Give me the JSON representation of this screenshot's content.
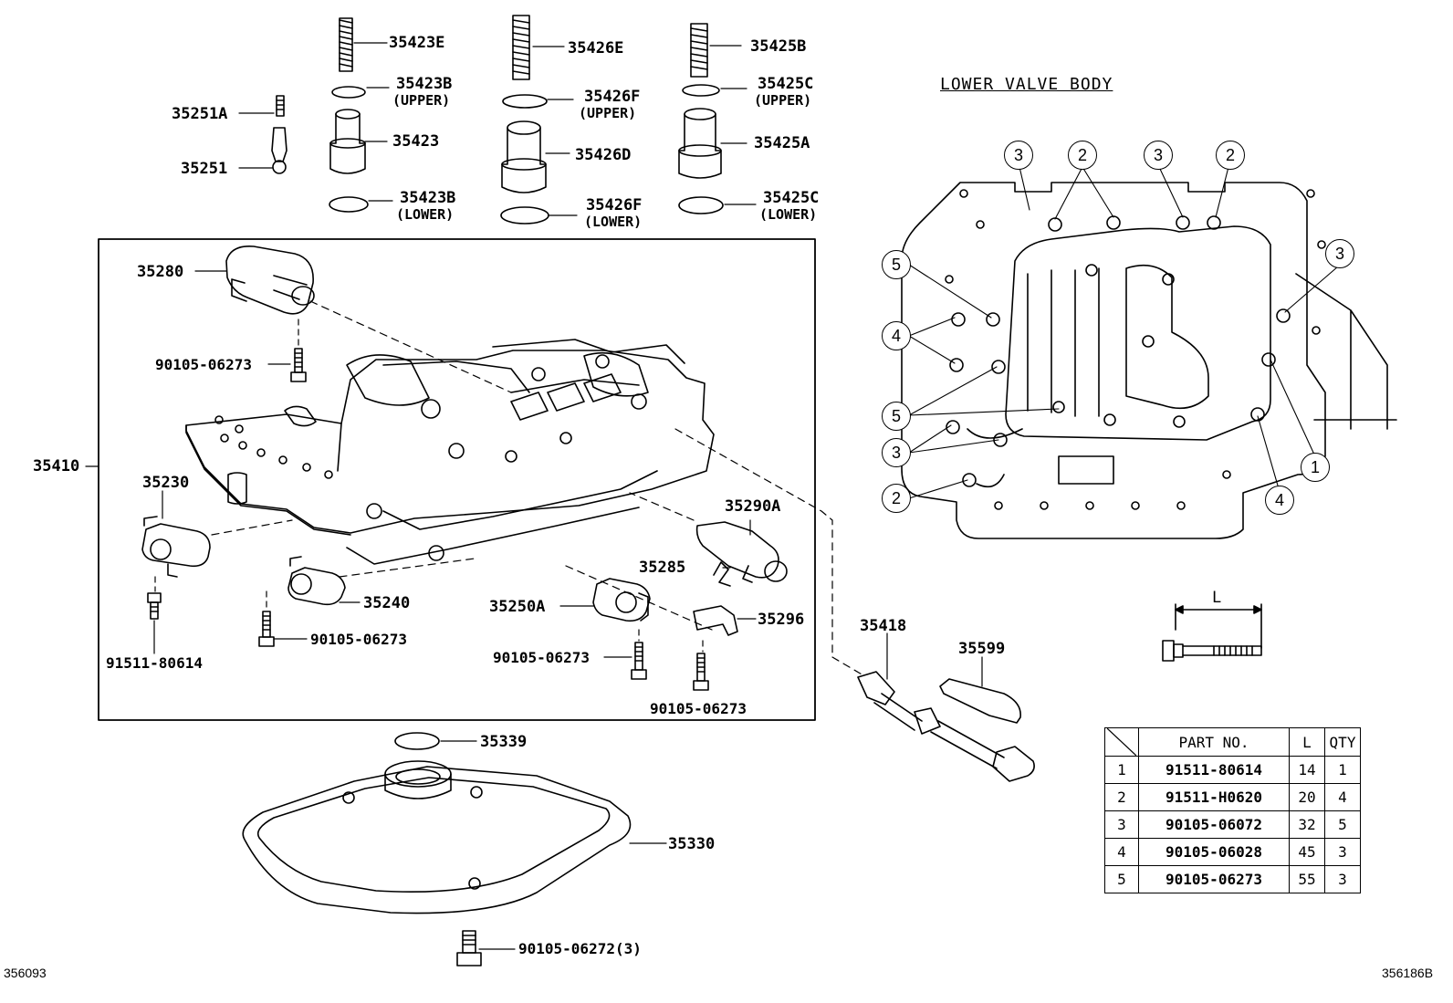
{
  "diagram_id_left": "356093",
  "diagram_id_right": "356186B",
  "lower_valve_body": {
    "title": "LOWER VALVE BODY"
  },
  "labels": {
    "p35423E": "35423E",
    "p35423B_u": "35423B",
    "p35423B_u_note": "(UPPER)",
    "p35423": "35423",
    "p35423B_l": "35423B",
    "p35423B_l_note": "(LOWER)",
    "p35426E": "35426E",
    "p35426F_u": "35426F",
    "p35426F_u_note": "(UPPER)",
    "p35426D": "35426D",
    "p35426F_l": "35426F",
    "p35426F_l_note": "(LOWER)",
    "p35425B": "35425B",
    "p35425C_u": "35425C",
    "p35425C_u_note": "(UPPER)",
    "p35425A": "35425A",
    "p35425C_l": "35425C",
    "p35425C_l_note": "(LOWER)",
    "p35251A": "35251A",
    "p35251": "35251",
    "p35280": "35280",
    "p90105_a": "90105-06273",
    "p35410": "35410",
    "p35230": "35230",
    "p91511": "91511-80614",
    "p35240": "35240",
    "p90105_b": "90105-06273",
    "p35250A": "35250A",
    "p90105_c": "90105-06273",
    "p35285": "35285",
    "p35290A": "35290A",
    "p35296": "35296",
    "p90105_d": "90105-06273",
    "p35339": "35339",
    "p35330": "35330",
    "p90105_e": "90105-06272(3)",
    "p35418": "35418",
    "p35599": "35599",
    "dim_L": "L"
  },
  "callouts": [
    "3",
    "2",
    "3",
    "2",
    "3",
    "5",
    "4",
    "5",
    "3",
    "2",
    "1",
    "4"
  ],
  "bolt_table": {
    "headers": [
      "PART NO.",
      "L",
      "QTY"
    ],
    "rows": [
      {
        "idx": "1",
        "part": "91511-80614",
        "L": "14",
        "qty": "1"
      },
      {
        "idx": "2",
        "part": "91511-H0620",
        "L": "20",
        "qty": "4"
      },
      {
        "idx": "3",
        "part": "90105-06072",
        "L": "32",
        "qty": "5"
      },
      {
        "idx": "4",
        "part": "90105-06028",
        "L": "45",
        "qty": "3"
      },
      {
        "idx": "5",
        "part": "90105-06273",
        "L": "55",
        "qty": "3"
      }
    ]
  }
}
